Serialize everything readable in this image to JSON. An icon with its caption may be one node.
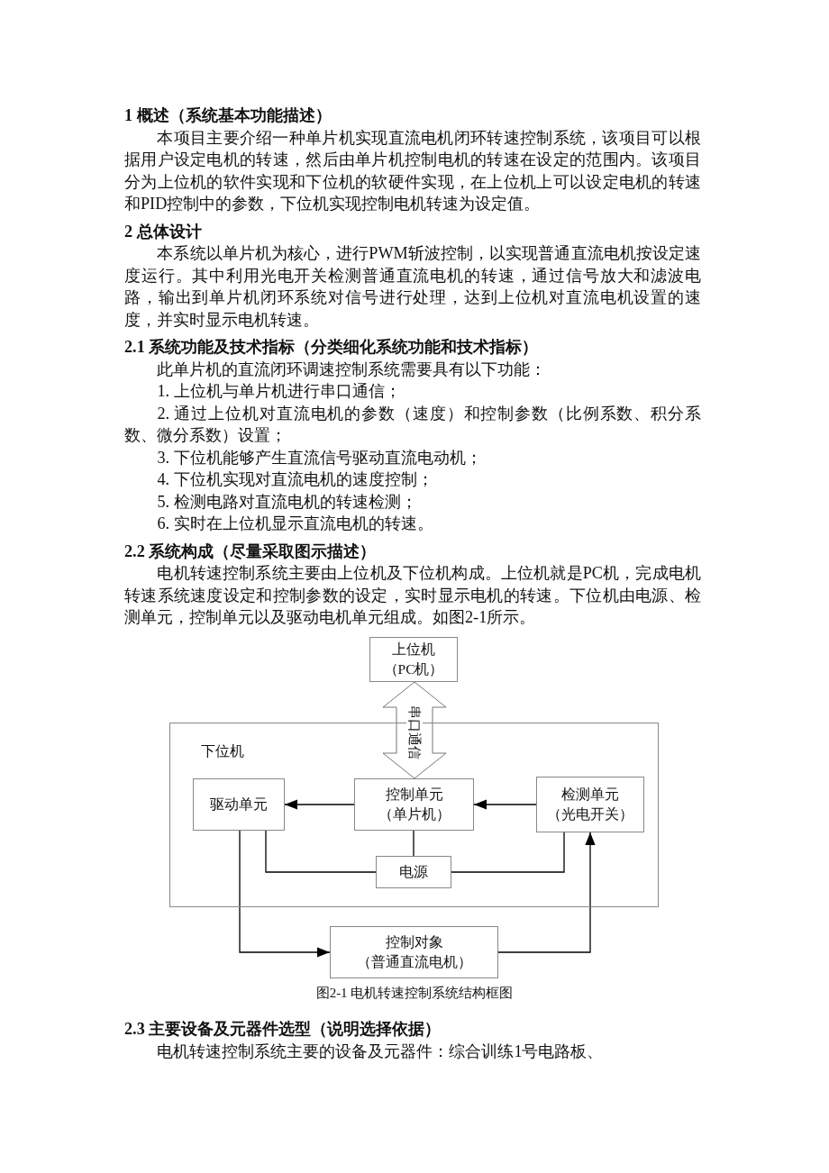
{
  "diagram": {
    "caption": "图2-1 电机转速控制系统结构框图",
    "nodes": [
      {
        "text": [
          "上位机",
          "（PC机）"
        ]
      },
      {
        "text": [
          "下位机"
        ]
      },
      {
        "text": [
          "驱动单元"
        ],
        "in": 1
      },
      {
        "text": [
          "控制单元",
          "（单片机）"
        ],
        "in": 1
      },
      {
        "text": [
          "检测单元",
          "（光电开关）"
        ],
        "in": 1
      },
      {
        "text": [
          "电源"
        ],
        "in": 1
      },
      {
        "text": [
          "控制对象",
          "（普通直流电机）"
        ]
      }
    ],
    "edges": [
      {
        "from": 0,
        "to": 3,
        "arrow": "both",
        "label": "串口通信",
        "style": "thick"
      },
      {
        "from": 3,
        "to": 2,
        "arrow": "to"
      },
      {
        "from": 4,
        "to": 3,
        "arrow": "to"
      },
      {
        "from": 5,
        "to": 2,
        "arrow": "none"
      },
      {
        "from": 5,
        "to": 3,
        "arrow": "none"
      },
      {
        "from": 5,
        "to": 4,
        "arrow": "none"
      },
      {
        "from": 2,
        "to": 6,
        "arrow": "to"
      },
      {
        "from": 6,
        "to": 4,
        "arrow": "to"
      }
    ],
    "labels": [
      "1 概述（系统基本功能描述）",
      "本项目主要介绍一种单片机实现直流电机闭环转速控制系统，该项目可以根据用户设定电机的转速，然后由单片机控制电机的转速在设定的范围内。该项目分为上位机的软件实现和下位机的软硬件实现，在上位机上可以设定电机的转速和PID控制中的参数，下位机实现控制电机转速为设定值。",
      "2 总体设计",
      "本系统以单片机为核心，进行PWM斩波控制，以实现普通直流电机按设定速度运行。其中利用光电开关检测普通直流电机的转速，通过信号放大和滤波电路，输出到单片机闭环系统对信号进行处理，达到上位机对直流电机设置的速度，并实时显示电机转速。",
      "2.1 系统功能及技术指标（分类细化系统功能和技术指标）",
      "此单片机的直流闭环调速控制系统需要具有以下功能：",
      "1. 上位机与单片机进行串口通信；",
      "2. 通过上位机对直流电机的参数（速度）和控制参数（比例系数、积分系数、微分系数）设置；",
      "3. 下位机能够产生直流信号驱动直流电动机；",
      "4. 下位机实现对直流电机的速度控制；",
      "5. 检测电路对直流电机的转速检测；",
      "6. 实时在上位机显示直流电机的转速。",
      "2.2 系统构成（尽量采取图示描述）",
      "电机转速控制系统主要由上位机及下位机构成。上位机就是PC机，完成电机转速系统速度设定和控制参数的设定，实时显示电机的转速。下位机由电源、检测单元，控制单元以及驱动电机单元组成。如图2-1所示。",
      "2.3 主要设备及元器件选型（说明选择依据）",
      "电机转速控制系统主要的设备及元器件：综合训练1号电路板、"
    ]
  }
}
